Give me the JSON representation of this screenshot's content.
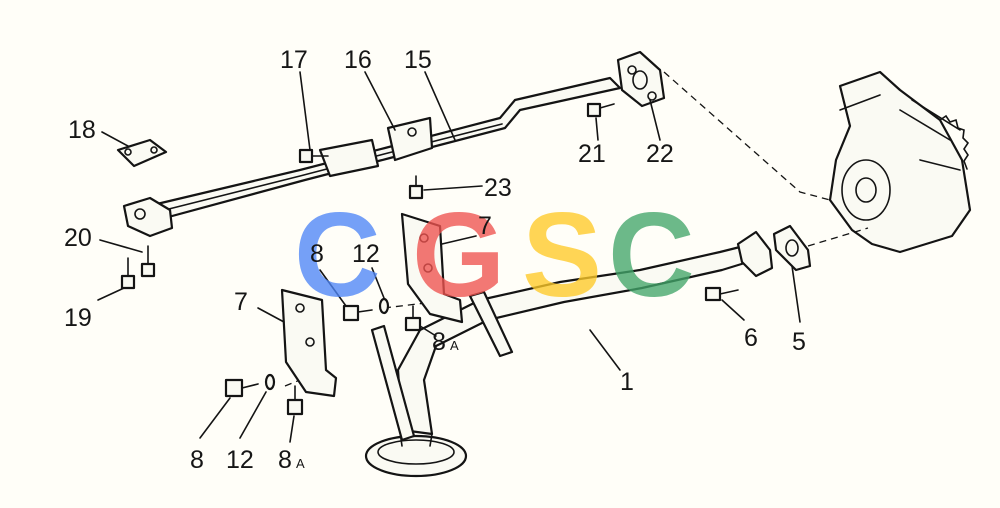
{
  "watermark": {
    "letters": [
      "C",
      "G",
      "S",
      "C"
    ],
    "colors": [
      "#4f86f7",
      "#ef5350",
      "#ffca28",
      "#43a66a"
    ]
  },
  "callouts": [
    {
      "id": "17",
      "text": "17"
    },
    {
      "id": "16",
      "text": "16"
    },
    {
      "id": "15",
      "text": "15"
    },
    {
      "id": "18",
      "text": "18"
    },
    {
      "id": "21",
      "text": "21"
    },
    {
      "id": "22",
      "text": "22"
    },
    {
      "id": "23",
      "text": "23"
    },
    {
      "id": "20",
      "text": "20"
    },
    {
      "id": "19",
      "text": "19"
    },
    {
      "id": "8-upper",
      "text": "8"
    },
    {
      "id": "12-upper",
      "text": "12"
    },
    {
      "id": "7-upper",
      "text": "7"
    },
    {
      "id": "7-left",
      "text": "7"
    },
    {
      "id": "8A-upper",
      "text": "8",
      "sub": "A"
    },
    {
      "id": "6",
      "text": "6"
    },
    {
      "id": "5",
      "text": "5"
    },
    {
      "id": "1",
      "text": "1"
    },
    {
      "id": "8-lower",
      "text": "8"
    },
    {
      "id": "12-lower",
      "text": "12"
    },
    {
      "id": "8A-lower",
      "text": "8",
      "sub": "A"
    }
  ]
}
